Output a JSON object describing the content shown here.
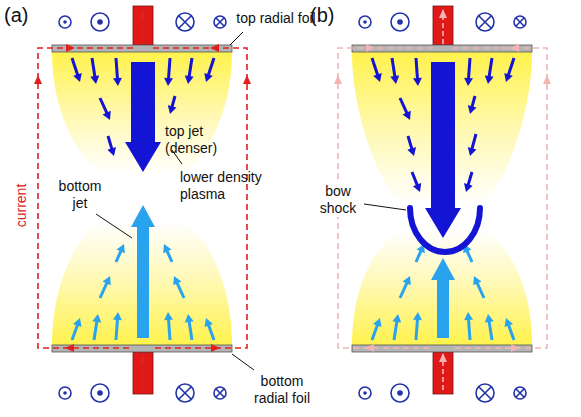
{
  "diagram": {
    "labels": [
      "(a)",
      "top radial foil",
      "top jet (denser)",
      "lower density plasma",
      "bottom jet",
      "current",
      "bottom radial foil",
      "(b)",
      "bow shock"
    ]
  }
}
